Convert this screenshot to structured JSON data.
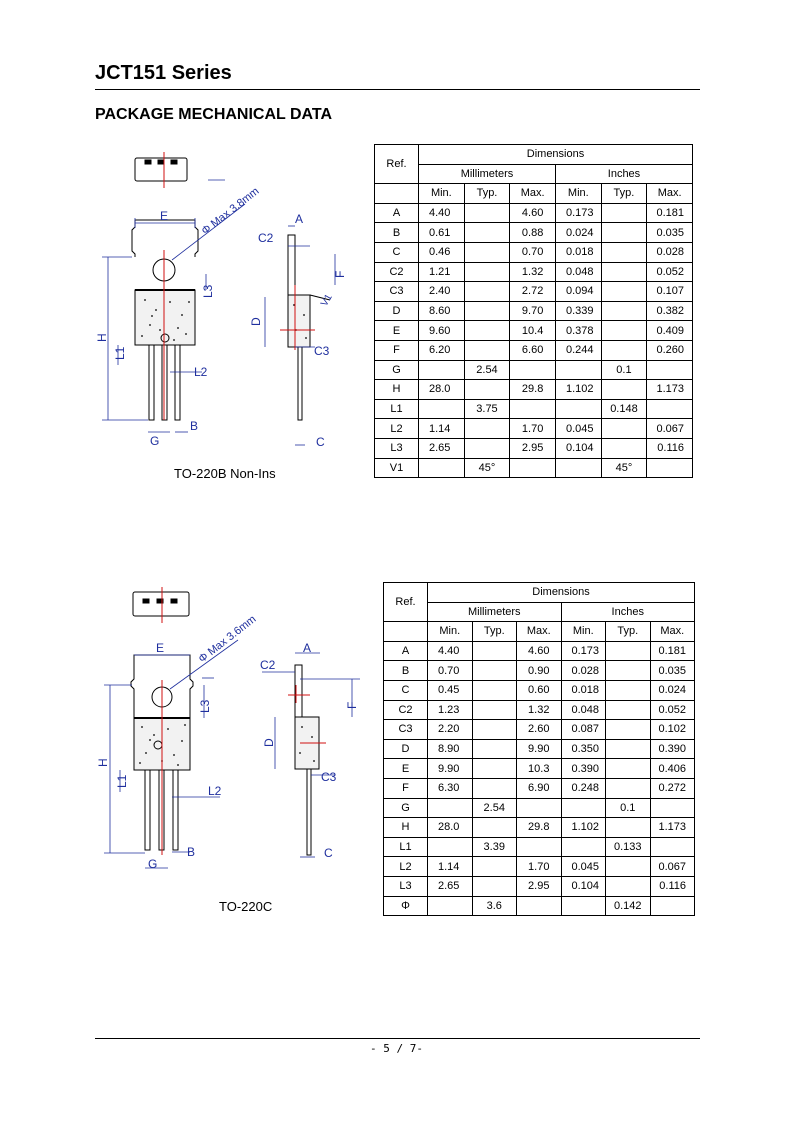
{
  "header": {
    "series_title": "JCT151 Series"
  },
  "section": {
    "title": "PACKAGE MECHANICAL DATA"
  },
  "package1": {
    "name": "TO-220B Non-Ins",
    "drawing": {
      "E": "E",
      "A": "A",
      "C2": "C2",
      "F": "F",
      "L3": "L3",
      "D": "D",
      "H": "H",
      "L1": "L1",
      "L2": "L2",
      "C3": "C3",
      "B": "B",
      "G": "G",
      "C": "C",
      "V1": "V1",
      "phi_note": "Φ Max 3.8mm"
    },
    "table": {
      "dimensions_label": "Dimensions",
      "ref_label": "Ref.",
      "mm_label": "Millimeters",
      "inch_label": "Inches",
      "min_label": "Min.",
      "typ_label": "Typ.",
      "max_label": "Max.",
      "rows": [
        {
          "ref": "A",
          "mm_min": "4.40",
          "mm_typ": "",
          "mm_max": "4.60",
          "in_min": "0.173",
          "in_typ": "",
          "in_max": "0.181"
        },
        {
          "ref": "B",
          "mm_min": "0.61",
          "mm_typ": "",
          "mm_max": "0.88",
          "in_min": "0.024",
          "in_typ": "",
          "in_max": "0.035"
        },
        {
          "ref": "C",
          "mm_min": "0.46",
          "mm_typ": "",
          "mm_max": "0.70",
          "in_min": "0.018",
          "in_typ": "",
          "in_max": "0.028"
        },
        {
          "ref": "C2",
          "mm_min": "1.21",
          "mm_typ": "",
          "mm_max": "1.32",
          "in_min": "0.048",
          "in_typ": "",
          "in_max": "0.052"
        },
        {
          "ref": "C3",
          "mm_min": "2.40",
          "mm_typ": "",
          "mm_max": "2.72",
          "in_min": "0.094",
          "in_typ": "",
          "in_max": "0.107"
        },
        {
          "ref": "D",
          "mm_min": "8.60",
          "mm_typ": "",
          "mm_max": "9.70",
          "in_min": "0.339",
          "in_typ": "",
          "in_max": "0.382"
        },
        {
          "ref": "E",
          "mm_min": "9.60",
          "mm_typ": "",
          "mm_max": "10.4",
          "in_min": "0.378",
          "in_typ": "",
          "in_max": "0.409"
        },
        {
          "ref": "F",
          "mm_min": "6.20",
          "mm_typ": "",
          "mm_max": "6.60",
          "in_min": "0.244",
          "in_typ": "",
          "in_max": "0.260"
        },
        {
          "ref": "G",
          "mm_min": "",
          "mm_typ": "2.54",
          "mm_max": "",
          "in_min": "",
          "in_typ": "0.1",
          "in_max": ""
        },
        {
          "ref": "H",
          "mm_min": "28.0",
          "mm_typ": "",
          "mm_max": "29.8",
          "in_min": "1.102",
          "in_typ": "",
          "in_max": "1.173"
        },
        {
          "ref": "L1",
          "mm_min": "",
          "mm_typ": "3.75",
          "mm_max": "",
          "in_min": "",
          "in_typ": "0.148",
          "in_max": ""
        },
        {
          "ref": "L2",
          "mm_min": "1.14",
          "mm_typ": "",
          "mm_max": "1.70",
          "in_min": "0.045",
          "in_typ": "",
          "in_max": "0.067"
        },
        {
          "ref": "L3",
          "mm_min": "2.65",
          "mm_typ": "",
          "mm_max": "2.95",
          "in_min": "0.104",
          "in_typ": "",
          "in_max": "0.116"
        },
        {
          "ref": "V1",
          "mm_min": "",
          "mm_typ": "45°",
          "mm_max": "",
          "in_min": "",
          "in_typ": "45°",
          "in_max": ""
        }
      ]
    }
  },
  "package2": {
    "name": "TO-220C",
    "drawing": {
      "E": "E",
      "A": "A",
      "C2": "C2",
      "F": "F",
      "L3": "L3",
      "D": "D",
      "H": "H",
      "L1": "L1",
      "L2": "L2",
      "C3": "C3",
      "B": "B",
      "G": "G",
      "C": "C",
      "phi_note": "Φ Max 3.6mm"
    },
    "table": {
      "dimensions_label": "Dimensions",
      "ref_label": "Ref.",
      "mm_label": "Millimeters",
      "inch_label": "Inches",
      "min_label": "Min.",
      "typ_label": "Typ.",
      "max_label": "Max.",
      "rows": [
        {
          "ref": "A",
          "mm_min": "4.40",
          "mm_typ": "",
          "mm_max": "4.60",
          "in_min": "0.173",
          "in_typ": "",
          "in_max": "0.181"
        },
        {
          "ref": "B",
          "mm_min": "0.70",
          "mm_typ": "",
          "mm_max": "0.90",
          "in_min": "0.028",
          "in_typ": "",
          "in_max": "0.035"
        },
        {
          "ref": "C",
          "mm_min": "0.45",
          "mm_typ": "",
          "mm_max": "0.60",
          "in_min": "0.018",
          "in_typ": "",
          "in_max": "0.024"
        },
        {
          "ref": "C2",
          "mm_min": "1.23",
          "mm_typ": "",
          "mm_max": "1.32",
          "in_min": "0.048",
          "in_typ": "",
          "in_max": "0.052"
        },
        {
          "ref": "C3",
          "mm_min": "2.20",
          "mm_typ": "",
          "mm_max": "2.60",
          "in_min": "0.087",
          "in_typ": "",
          "in_max": "0.102"
        },
        {
          "ref": "D",
          "mm_min": "8.90",
          "mm_typ": "",
          "mm_max": "9.90",
          "in_min": "0.350",
          "in_typ": "",
          "in_max": "0.390"
        },
        {
          "ref": "E",
          "mm_min": "9.90",
          "mm_typ": "",
          "mm_max": "10.3",
          "in_min": "0.390",
          "in_typ": "",
          "in_max": "0.406"
        },
        {
          "ref": "F",
          "mm_min": "6.30",
          "mm_typ": "",
          "mm_max": "6.90",
          "in_min": "0.248",
          "in_typ": "",
          "in_max": "0.272"
        },
        {
          "ref": "G",
          "mm_min": "",
          "mm_typ": "2.54",
          "mm_max": "",
          "in_min": "",
          "in_typ": "0.1",
          "in_max": ""
        },
        {
          "ref": "H",
          "mm_min": "28.0",
          "mm_typ": "",
          "mm_max": "29.8",
          "in_min": "1.102",
          "in_typ": "",
          "in_max": "1.173"
        },
        {
          "ref": "L1",
          "mm_min": "",
          "mm_typ": "3.39",
          "mm_max": "",
          "in_min": "",
          "in_typ": "0.133",
          "in_max": ""
        },
        {
          "ref": "L2",
          "mm_min": "1.14",
          "mm_typ": "",
          "mm_max": "1.70",
          "in_min": "0.045",
          "in_typ": "",
          "in_max": "0.067"
        },
        {
          "ref": "L3",
          "mm_min": "2.65",
          "mm_typ": "",
          "mm_max": "2.95",
          "in_min": "0.104",
          "in_typ": "",
          "in_max": "0.116"
        },
        {
          "ref": "Φ",
          "mm_min": "",
          "mm_typ": "3.6",
          "mm_max": "",
          "in_min": "",
          "in_typ": "0.142",
          "in_max": ""
        }
      ]
    }
  },
  "footer": {
    "page": "- 5 / 7-"
  },
  "colors": {
    "dimension_blue": "#1f2f9e",
    "centerline_red": "#d01010",
    "ink": "#000000"
  }
}
